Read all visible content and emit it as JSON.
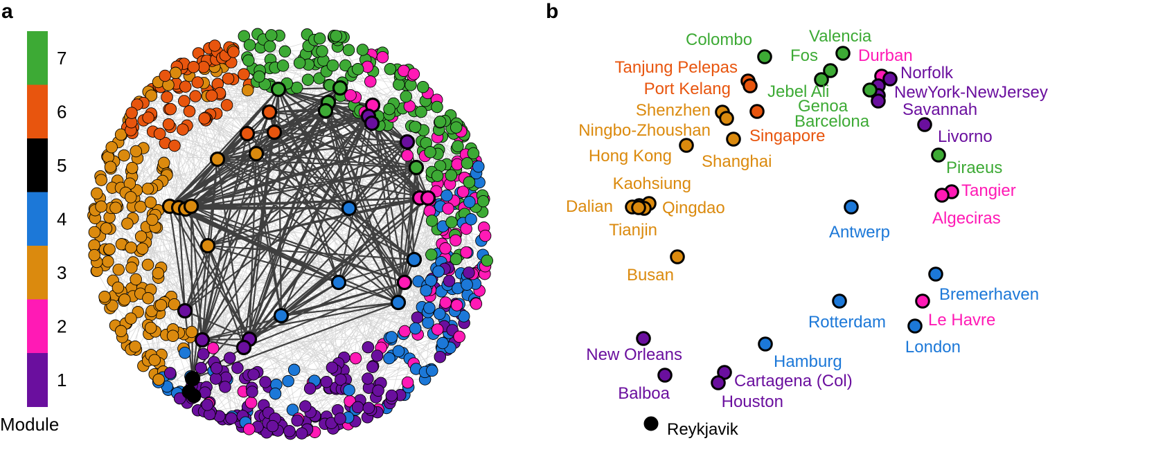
{
  "panels": {
    "a": "a",
    "b": "b"
  },
  "legend": {
    "title": "Module",
    "modules": [
      {
        "num": "7",
        "color": "#3DAA35"
      },
      {
        "num": "6",
        "color": "#E8550E"
      },
      {
        "num": "5",
        "color": "#000000"
      },
      {
        "num": "4",
        "color": "#1C78D8"
      },
      {
        "num": "3",
        "color": "#DB8A0E"
      },
      {
        "num": "2",
        "color": "#FF1AB5"
      },
      {
        "num": "1",
        "color": "#6A0F9E"
      }
    ]
  },
  "colors": {
    "1": "#6A0F9E",
    "2": "#FF1AB5",
    "3": "#DB8A0E",
    "4": "#1C78D8",
    "5": "#000000",
    "6": "#E8550E",
    "7": "#3DAA35",
    "edge_background": "#c9c9c9",
    "edge_core": "#3f3f3f"
  },
  "ports": [
    {
      "label": "Colombo",
      "module": 7
    },
    {
      "label": "Valencia",
      "module": 7
    },
    {
      "label": "Fos",
      "module": 7
    },
    {
      "label": "Durban",
      "module": 2
    },
    {
      "label": "Norfolk",
      "module": 1
    },
    {
      "label": "Tanjung Pelepas",
      "module": 6
    },
    {
      "label": "Port Kelang",
      "module": 6
    },
    {
      "label": "Jebel Ali",
      "module": 7
    },
    {
      "label": "NewYork-NewJersey",
      "module": 1
    },
    {
      "label": "Genoa",
      "module": 7
    },
    {
      "label": "Shenzhen",
      "module": 3
    },
    {
      "label": "Savannah",
      "module": 1
    },
    {
      "label": "Barcelona",
      "module": 7
    },
    {
      "label": "Ningbo-Zhoushan",
      "module": 3
    },
    {
      "label": "Singapore",
      "module": 6
    },
    {
      "label": "Livorno",
      "module": 1
    },
    {
      "label": "Hong Kong",
      "module": 3
    },
    {
      "label": "Shanghai",
      "module": 3
    },
    {
      "label": "Piraeus",
      "module": 7
    },
    {
      "label": "Kaohsiung",
      "module": 3
    },
    {
      "label": "Tangier",
      "module": 2
    },
    {
      "label": "Dalian",
      "module": 3
    },
    {
      "label": "Qingdao",
      "module": 3
    },
    {
      "label": "Algeciras",
      "module": 2
    },
    {
      "label": "Tianjin",
      "module": 3
    },
    {
      "label": "Antwerp",
      "module": 4
    },
    {
      "label": "Busan",
      "module": 3
    },
    {
      "label": "Bremerhaven",
      "module": 4
    },
    {
      "label": "Rotterdam",
      "module": 4
    },
    {
      "label": "Le Havre",
      "module": 2
    },
    {
      "label": "London",
      "module": 4
    },
    {
      "label": "New Orleans",
      "module": 1
    },
    {
      "label": "Hamburg",
      "module": 4
    },
    {
      "label": "Cartagena (Col)",
      "module": 1
    },
    {
      "label": "Balboa",
      "module": 1
    },
    {
      "label": "Houston",
      "module": 1
    },
    {
      "label": "Reykjavik",
      "module": 5
    }
  ]
}
